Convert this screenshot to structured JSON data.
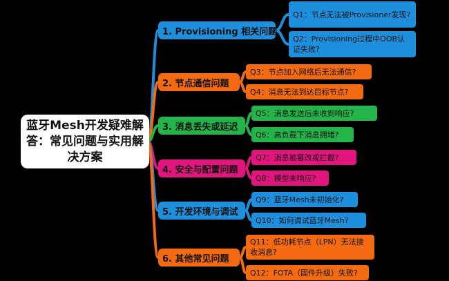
{
  "root": {
    "label": "蓝牙Mesh开发疑难解答：常见问题与实用解决方案"
  },
  "colors": {
    "blue": "#1e8fdc",
    "orange": "#f36a10",
    "green": "#23b44a",
    "pink": "#e2147e"
  },
  "branches": [
    {
      "label": "1. Provisioning 相关问题",
      "color": "#1e8fdc",
      "leaves": [
        "Q1：节点无法被Provisioner发现?",
        "Q2：Provisioning过程中OOB认证失败?"
      ]
    },
    {
      "label": "2. 节点通信问题",
      "color": "#f36a10",
      "leaves": [
        "Q3：节点加入网络后无法通信?",
        "Q4：消息无法到达目标节点?"
      ]
    },
    {
      "label": "3. 消息丢失或延迟",
      "color": "#23b44a",
      "leaves": [
        "Q5：消息发送后未收到响应?",
        "Q6：高负载下消息拥堵?"
      ]
    },
    {
      "label": "4. 安全与配置问题",
      "color": "#e2147e",
      "leaves": [
        "Q7：消息被篡改或拦截?",
        "Q8：模型未响应?"
      ]
    },
    {
      "label": "5. 开发环境与调试",
      "color": "#1e8fdc",
      "leaves": [
        "Q9：蓝牙Mesh未初始化?",
        "Q10：如何调试蓝牙Mesh?"
      ]
    },
    {
      "label": "6. 其他常见问题",
      "color": "#f36a10",
      "leaves": [
        "Q11：低功耗节点（LPN）无法接收消息?",
        "Q12：FOTA（固件升级）失败?"
      ]
    }
  ]
}
